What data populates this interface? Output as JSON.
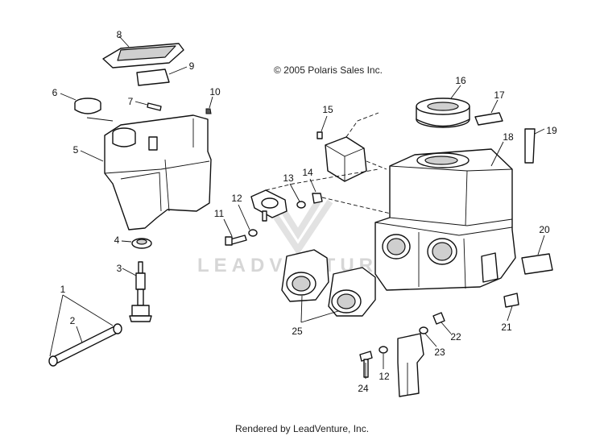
{
  "header": {
    "copyright": "© 2005 Polaris Sales Inc."
  },
  "footer": {
    "rendered_by": "Rendered by LeadVenture, Inc."
  },
  "watermark": {
    "text": "LEADVENTURE"
  },
  "callouts": {
    "c1": "1",
    "c2": "2",
    "c3": "3",
    "c4": "4",
    "c5": "5",
    "c6": "6",
    "c7": "7",
    "c8": "8",
    "c9": "9",
    "c10": "10",
    "c11": "11",
    "c12a": "12",
    "c12b": "12",
    "c13": "13",
    "c14": "14",
    "c15": "15",
    "c16": "16",
    "c17": "17",
    "c18": "18",
    "c19": "19",
    "c20": "20",
    "c21": "21",
    "c22": "22",
    "c23": "23",
    "c24": "24",
    "c25": "25"
  }
}
